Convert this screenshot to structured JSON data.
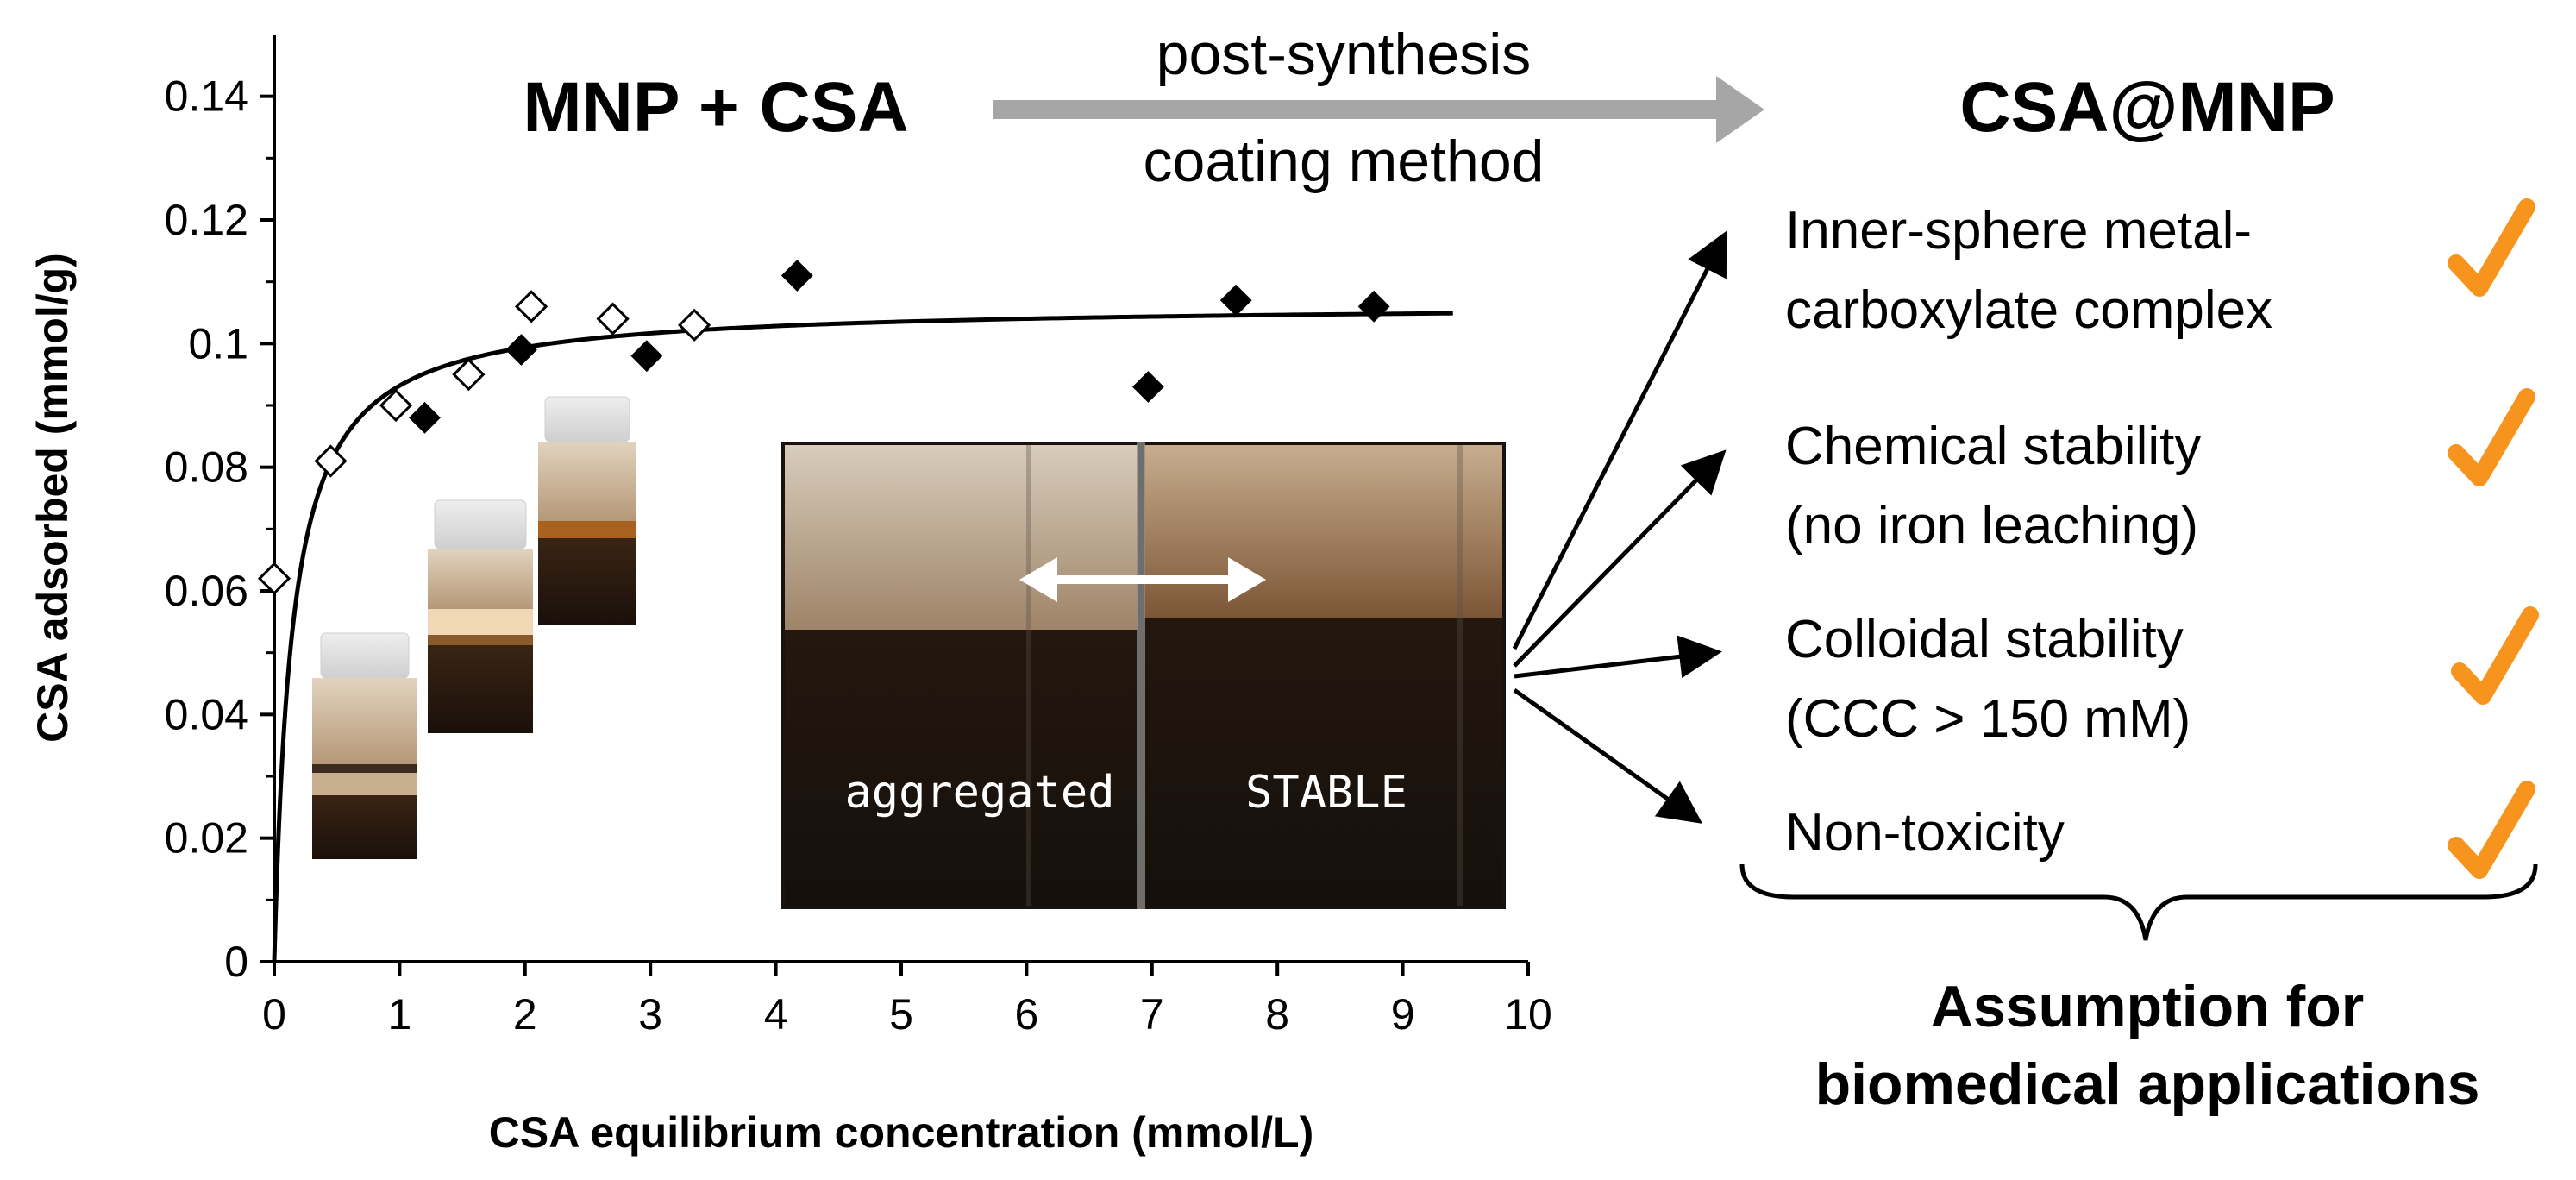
{
  "chart_data": {
    "type": "scatter",
    "xlabel": "CSA equilibrium concentration (mmol/L)",
    "ylabel": "CSA adsorbed (mmol/g)",
    "xlim": [
      0,
      10
    ],
    "ylim": [
      0,
      0.15
    ],
    "x_ticks": [
      0,
      1,
      2,
      3,
      4,
      5,
      6,
      7,
      8,
      9,
      10
    ],
    "y_ticks": [
      0,
      0.02,
      0.04,
      0.06,
      0.08,
      0.1,
      0.12,
      0.14
    ],
    "y_tick_labels": [
      "0",
      "0.02",
      "0.04",
      "0.06",
      "0.08",
      "0.1",
      "0.12",
      "0.14"
    ],
    "grid": false,
    "series": [
      {
        "marker": "open-diamond",
        "color": "#000000",
        "x": [
          0.0,
          0.45,
          0.97,
          1.55,
          2.05,
          2.7,
          3.35
        ],
        "y": [
          0.062,
          0.081,
          0.09,
          0.095,
          0.106,
          0.104,
          0.103
        ]
      },
      {
        "marker": "filled-diamond",
        "color": "#000000",
        "x": [
          1.2,
          1.97,
          2.97,
          4.17,
          6.97,
          7.67,
          8.77
        ],
        "y": [
          0.088,
          0.099,
          0.098,
          0.111,
          0.093,
          0.107,
          0.106
        ]
      },
      {
        "marker": "line",
        "color": "#000000",
        "model": {
          "qmax": 0.1065,
          "K": 7.0,
          "x_end": 9.4
        }
      }
    ]
  },
  "scheme": {
    "left_label": "MNP + CSA",
    "arrow_top": "post-synthesis",
    "arrow_bottom": "coating method",
    "right_label": "CSA@MNP",
    "arrow_color": "#a6a6a6",
    "check_color": "#f7941d",
    "properties": [
      {
        "line1": "Inner-sphere metal-",
        "line2": "carboxylate complex"
      },
      {
        "line1": "Chemical stability",
        "line2": "(no iron leaching)"
      },
      {
        "line1": "Colloidal stability",
        "line2": "(CCC > 150 mM)"
      },
      {
        "line1": "Non-toxicity",
        "line2": ""
      }
    ],
    "conclusion_line1": "Assumption for",
    "conclusion_line2": "biomedical applications"
  },
  "photo": {
    "left_label": "aggregated",
    "right_label": "STABLE"
  },
  "icons": {
    "check": "checkmark-icon",
    "double_arrow": "double-arrow-icon",
    "vial": "vial-photo-icon"
  }
}
